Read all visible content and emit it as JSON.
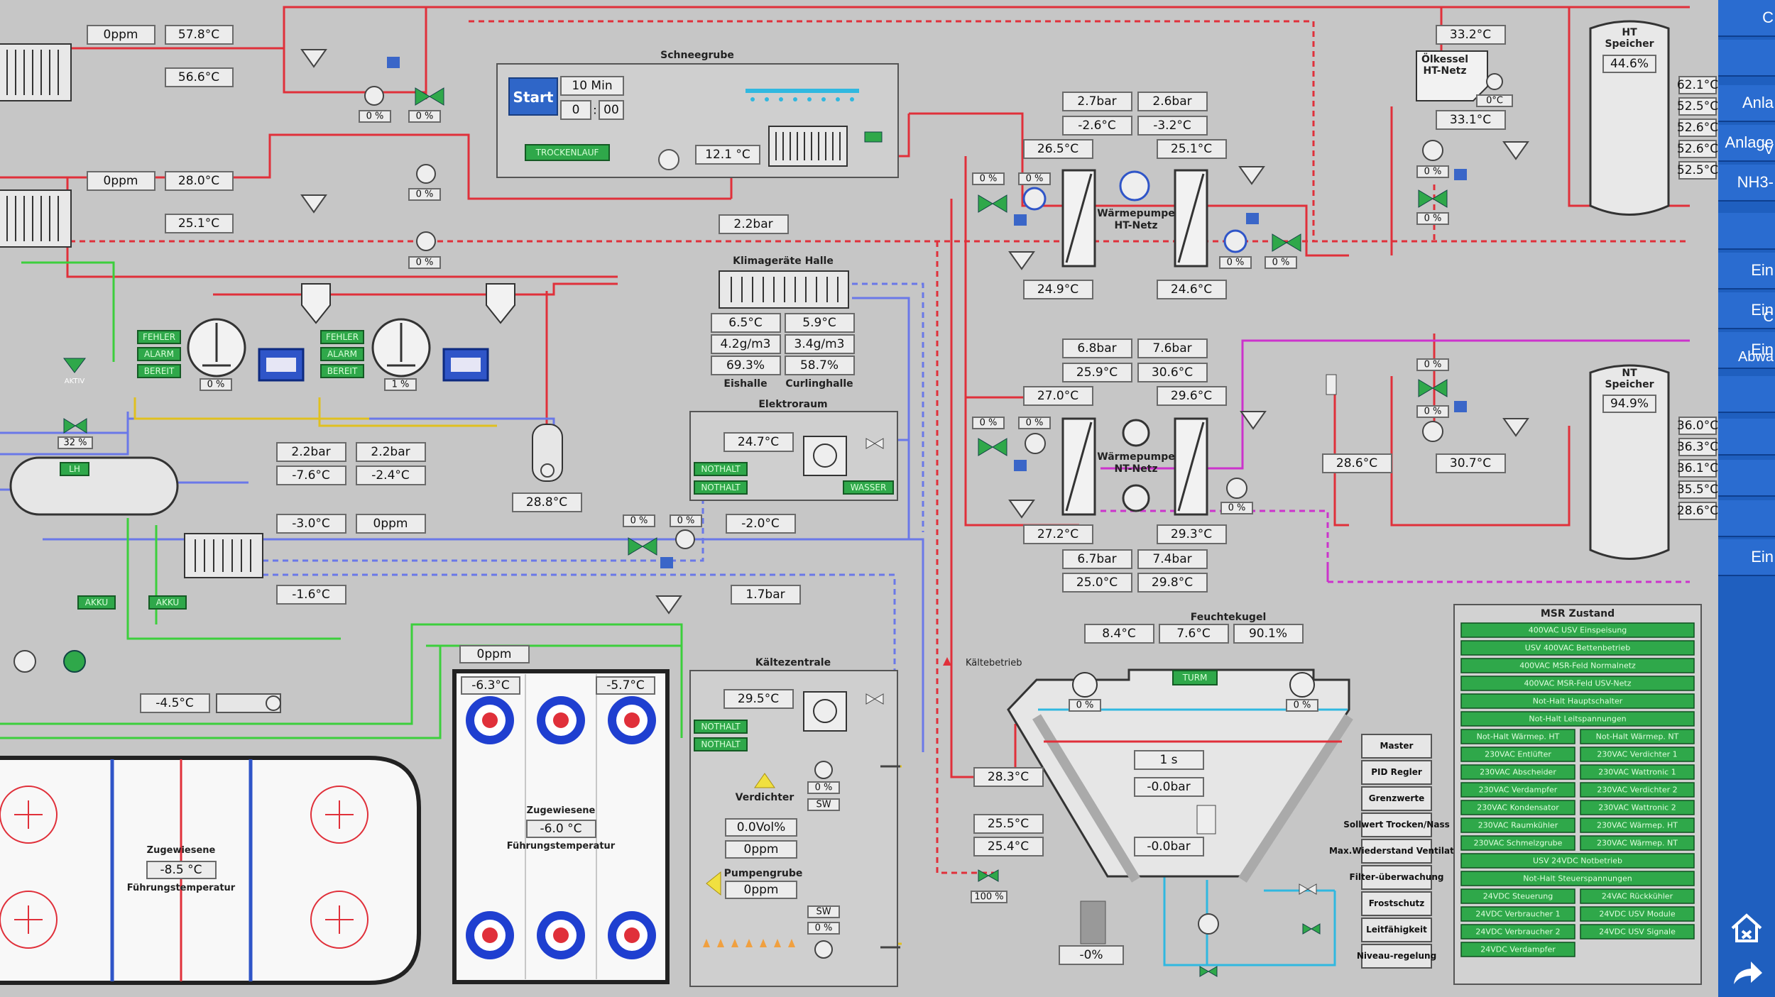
{
  "colors": {
    "hot_line": "#e0303a",
    "cold_line": "#6a78e8",
    "green_line": "#3ccf3c",
    "pink_line": "#cc33cc",
    "cyan_line": "#30b8e0",
    "yellow_line": "#e0c020",
    "panel_bg": "#c6c6c6",
    "status_green": "#2fa84a",
    "sidebar_blue": "#1f5fbf"
  },
  "sidebar": {
    "items": [
      {
        "label": "C"
      },
      {
        "label": ""
      },
      {
        "label": "Anla"
      },
      {
        "label": "Anlage"
      },
      {
        "label": "NH3-"
      },
      {
        "label": ""
      },
      {
        "label": "Ein"
      },
      {
        "label": "Ein"
      },
      {
        "label": "Ein"
      },
      {
        "label": ""
      },
      {
        "label": ""
      },
      {
        "label": ""
      },
      {
        "label": ""
      },
      {
        "label": "Ein"
      }
    ],
    "sub_labels": {
      "anlage2": "V",
      "ein2": "C",
      "ein3": "Abwa"
    },
    "home_icon": "home-icon",
    "forward_icon": "forward-arrow-icon"
  },
  "schneegrube": {
    "title": "Schneegrube",
    "start_label": "Start",
    "timer": "10 Min",
    "time_h": "0",
    "time_sep": ":",
    "time_m": "00",
    "mode_button": "TROCKENLAUF",
    "temp": "12.1 °C"
  },
  "hall_top": {
    "ppm1": "0ppm",
    "t1": "57.8°C",
    "t2": "56.6°C",
    "ppm2": "0ppm",
    "t3": "28.0°C",
    "t4": "25.1°C",
    "valve1": "0 %",
    "valve2": "0 %",
    "valve3": "0 %",
    "valve4": "0 %"
  },
  "climate": {
    "title": "Klimageräte Halle",
    "pressure": "2.2bar",
    "t_ice": "6.5°C",
    "t_curl": "5.9°C",
    "abs_ice": "4.2g/m3",
    "abs_curl": "3.4g/m3",
    "rh_ice": "69.3%",
    "rh_curl": "58.7%",
    "label_ice": "Eishalle",
    "label_curl": "Curlinghalle"
  },
  "compressors": {
    "fehler": "FEHLER",
    "alarm": "ALARM",
    "bereit": "BEREIT",
    "pct1": "0 %",
    "pct2": "1 %",
    "p1": "2.2bar",
    "p2": "2.2bar",
    "t1": "-7.6°C",
    "t2": "-2.4°C",
    "t3": "-3.0°C",
    "ppm": "0ppm",
    "t4": "-1.6°C",
    "t5": "28.8°C",
    "t6": "-4.5°C",
    "vent_pct": "32 %",
    "lh": "LH",
    "ein": "AKTIV",
    "akku": "AKKU",
    "p_low": "1.7bar",
    "t_mid": "-2.0°C",
    "v_left": "0 %",
    "v_right": "0 %"
  },
  "elektroraum": {
    "title": "Elektroraum",
    "temp": "24.7°C",
    "nothalt1": "NOTHALT",
    "nothalt2": "NOTHALT",
    "wasser": "WASSER"
  },
  "kaeltezentrale": {
    "title": "Kältezentrale",
    "temp": "29.5°C",
    "nothalt1": "NOTHALT",
    "nothalt2": "NOTHALT",
    "verdichter": "Verdichter",
    "vol": "0.0Vol%",
    "ppm1": "0ppm",
    "pumpengrube": "Pumpengrube",
    "ppm2": "0ppm",
    "pct1": "0 %",
    "pct2": "0 %",
    "sw1": "SW",
    "sw2": "SW"
  },
  "ht_pump": {
    "p1": "2.7bar",
    "p2": "2.6bar",
    "t1": "-2.6°C",
    "t2": "-3.2°C",
    "t3": "26.5°C",
    "t4": "25.1°C",
    "t5": "24.9°C",
    "t6": "24.6°C",
    "label1": "Wärmepumpe",
    "label2": "HT-Netz",
    "v1": "0 %",
    "v2": "0 %",
    "v3": "0 %",
    "v4": "0 %",
    "v5": "0 %"
  },
  "nt_pump": {
    "p1": "6.8bar",
    "p2": "7.6bar",
    "t1": "25.9°C",
    "t2": "30.6°C",
    "t3": "27.0°C",
    "t4": "29.6°C",
    "t5": "27.2°C",
    "t6": "29.3°C",
    "p3": "6.7bar",
    "p4": "7.4bar",
    "t7": "25.0°C",
    "t8": "29.8°C",
    "label1": "Wärmepumpe",
    "label2": "NT-Netz",
    "v1": "0 %",
    "v2": "0 %",
    "v3": "0 %",
    "t_line": "28.6°C"
  },
  "boiler": {
    "title1": "Ölkessel",
    "title2": "HT-Netz",
    "t_top": "33.2°C",
    "t_mid": "33.1°C",
    "pct": "0 %",
    "v1": "0 %",
    "v2": "0 %",
    "state": "0°C"
  },
  "ht_tank": {
    "title1": "HT",
    "title2": "Speicher",
    "level": "44.6%",
    "t1": "62.1°C",
    "t2": "52.5°C",
    "t3": "52.6°C",
    "t4": "52.6°C",
    "t5": "52.5°C"
  },
  "nt_tank": {
    "title1": "NT",
    "title2": "Speicher",
    "level": "94.9%",
    "t1": "36.0°C",
    "t2": "36.3°C",
    "t3": "36.1°C",
    "t4": "35.5°C",
    "t5": "28.6°C",
    "t_in": "30.7°C",
    "v1": "0 %",
    "v2": "0 %"
  },
  "feuchtekugel": {
    "title": "Feuchtekugel",
    "t1": "8.4°C",
    "t2": "7.6°C",
    "rh": "90.1%",
    "tank_label": "TURM",
    "fan1": "0 %",
    "fan2": "0 %",
    "v1": "1 s",
    "p1": "-0.0bar",
    "p2": "-0.0bar",
    "level": "-0%",
    "kaeltebetrieb": "Kältebetrieb",
    "t_a": "28.3°C",
    "t_b": "25.5°C",
    "t_c": "25.4°C",
    "v_pct": "100 %"
  },
  "controls": [
    {
      "label": "Master"
    },
    {
      "label": "PID Regler"
    },
    {
      "label": "Grenzwerte"
    },
    {
      "label": "Sollwert Trocken/Nass"
    },
    {
      "label": "Max.Wiederstand Ventilator"
    },
    {
      "label": "Filter-überwachung"
    },
    {
      "label": "Frostschutz"
    },
    {
      "label": "Leitfähigkeit"
    },
    {
      "label": "Niveau-regelung"
    }
  ],
  "msr": {
    "title": "MSR Zustand",
    "full": [
      "400VAC USV Einspeisung",
      "USV 400VAC Bettenbetrieb",
      "400VAC MSR-Feld Normalnetz",
      "400VAC MSR-Feld USV-Netz",
      "Not-Halt Hauptschalter",
      "Not-Halt Leitspannungen"
    ],
    "pairs": [
      [
        "Not-Halt Wärmep. HT",
        "Not-Halt Wärmep. NT"
      ],
      [
        "230VAC Entlüfter",
        "230VAC Verdichter 1"
      ],
      [
        "230VAC Abscheider",
        "230VAC Wattronic 1"
      ],
      [
        "230VAC Verdampfer",
        "230VAC Verdichter 2"
      ],
      [
        "230VAC Kondensator",
        "230VAC Wattronic 2"
      ],
      [
        "230VAC Raumkühler",
        "230VAC Wärmep. HT"
      ],
      [
        "230VAC Schmelzgrube",
        "230VAC Wärmep. NT"
      ]
    ],
    "full2": [
      "USV 24VDC Notbetrieb",
      "Not-Halt Steuerspannungen"
    ],
    "pairs2": [
      [
        "24VDC Steuerung",
        "24VAC Rückkühler"
      ],
      [
        "24VDC Verbraucher 1",
        "24VDC USV Module"
      ],
      [
        "24VDC Verbraucher 2",
        "24VDC USV Signale"
      ]
    ],
    "last": "24VDC Verdampfer"
  },
  "rink": {
    "ice_temp_label": "Zugewiesene",
    "ice_temp": "-8.5 °C",
    "ice_temp_label2": "Führungstemperatur"
  },
  "curling": {
    "ppm": "0ppm",
    "t_left": "-6.3°C",
    "t_right": "-5.7°C",
    "mid_label": "Zugewiesene",
    "mid_temp": "-6.0 °C",
    "mid_label2": "Führungstemperatur"
  }
}
